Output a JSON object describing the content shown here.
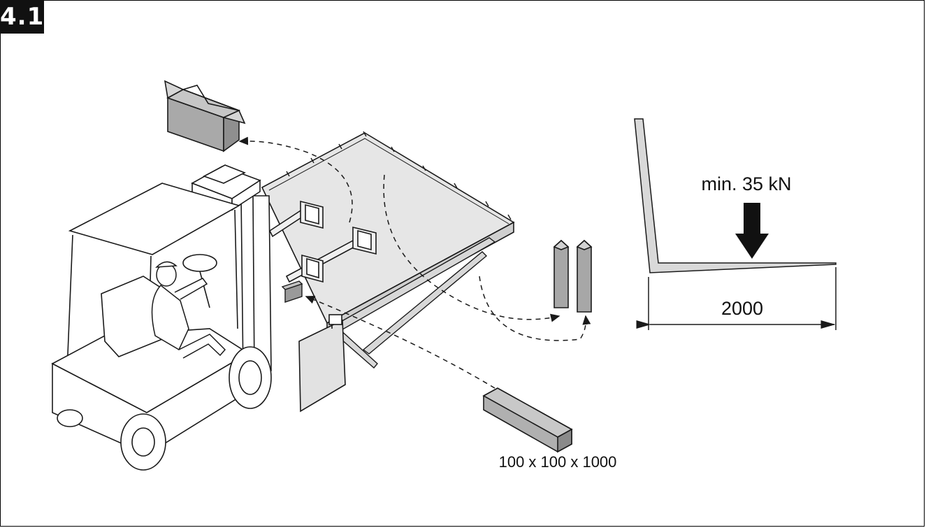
{
  "figure": {
    "number": "4.1"
  },
  "labels": {
    "force": "min. 35 kN",
    "span": "2000",
    "timber_size": "100 x 100 x 1000"
  },
  "colors": {
    "line": "#1a1a1a",
    "platform_fill": "#e6e6e6",
    "part_fill": "#b8b8b8",
    "badge_bg": "#111111"
  }
}
